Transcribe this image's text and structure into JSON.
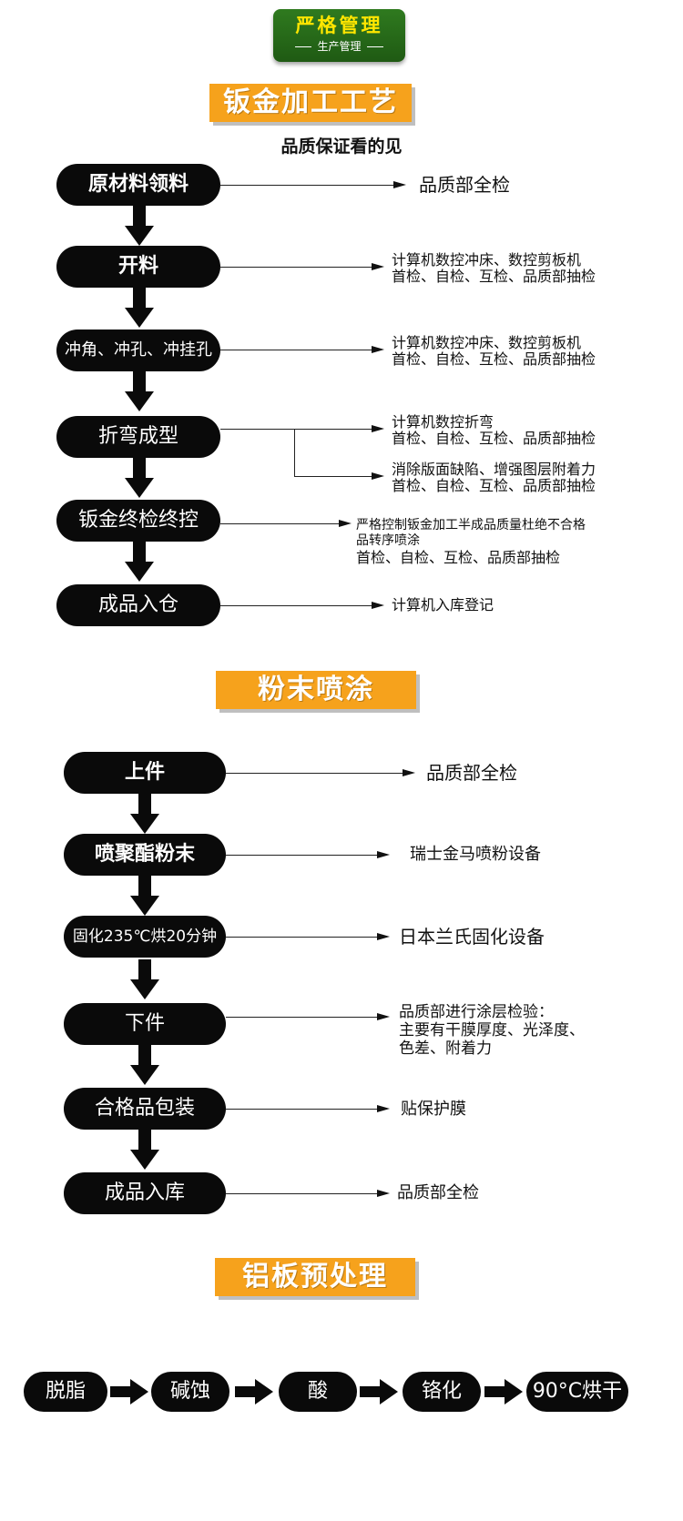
{
  "badge": {
    "title": "严格管理",
    "subtitle": "生产管理"
  },
  "section1": {
    "title": "钣金加工工艺",
    "tagline": "品质保证看的见",
    "steps": [
      {
        "label": "原材料领料"
      },
      {
        "label": "开料"
      },
      {
        "label": "冲角、冲孔、冲挂孔"
      },
      {
        "label": "折弯成型"
      },
      {
        "label": "钣金终检终控"
      },
      {
        "label": "成品入仓"
      }
    ],
    "notes": [
      {
        "lines": [
          "品质部全检"
        ]
      },
      {
        "lines": [
          "计算机数控冲床、数控剪板机",
          "首检、自检、互检、品质部抽检"
        ]
      },
      {
        "lines": [
          "计算机数控冲床、数控剪板机",
          "首检、自检、互检、品质部抽检"
        ]
      },
      {
        "lines": [
          "计算机数控折弯",
          "首检、自检、互检、品质部抽检"
        ]
      },
      {
        "lines": [
          "消除版面缺陷、增强图层附着力",
          "首检、自检、互检、品质部抽检"
        ]
      },
      {
        "lines": [
          "严格控制钣金加工半成品质量杜绝不合格",
          "品转序喷涂",
          "首检、自检、互检、品质部抽检"
        ]
      },
      {
        "lines": [
          "计算机入库登记"
        ]
      }
    ]
  },
  "section2": {
    "title": "粉末喷涂",
    "steps": [
      {
        "label": "上件"
      },
      {
        "label": "喷聚酯粉末"
      },
      {
        "label": "固化235℃烘20分钟"
      },
      {
        "label": "下件"
      },
      {
        "label": "合格品包装"
      },
      {
        "label": "成品入库"
      }
    ],
    "notes": [
      {
        "lines": [
          "品质部全检"
        ]
      },
      {
        "lines": [
          "瑞士金马喷粉设备"
        ]
      },
      {
        "lines": [
          "日本兰氏固化设备"
        ]
      },
      {
        "lines": [
          "品质部进行涂层检验：",
          "主要有干膜厚度、光泽度、",
          "色差、附着力"
        ]
      },
      {
        "lines": [
          "贴保护膜"
        ]
      },
      {
        "lines": [
          "品质部全检"
        ]
      }
    ]
  },
  "section3": {
    "title": "铝板预处理",
    "steps": [
      {
        "label": "脱脂"
      },
      {
        "label": "碱蚀"
      },
      {
        "label": "酸"
      },
      {
        "label": "铬化"
      },
      {
        "label": "90°C烘干"
      }
    ]
  }
}
